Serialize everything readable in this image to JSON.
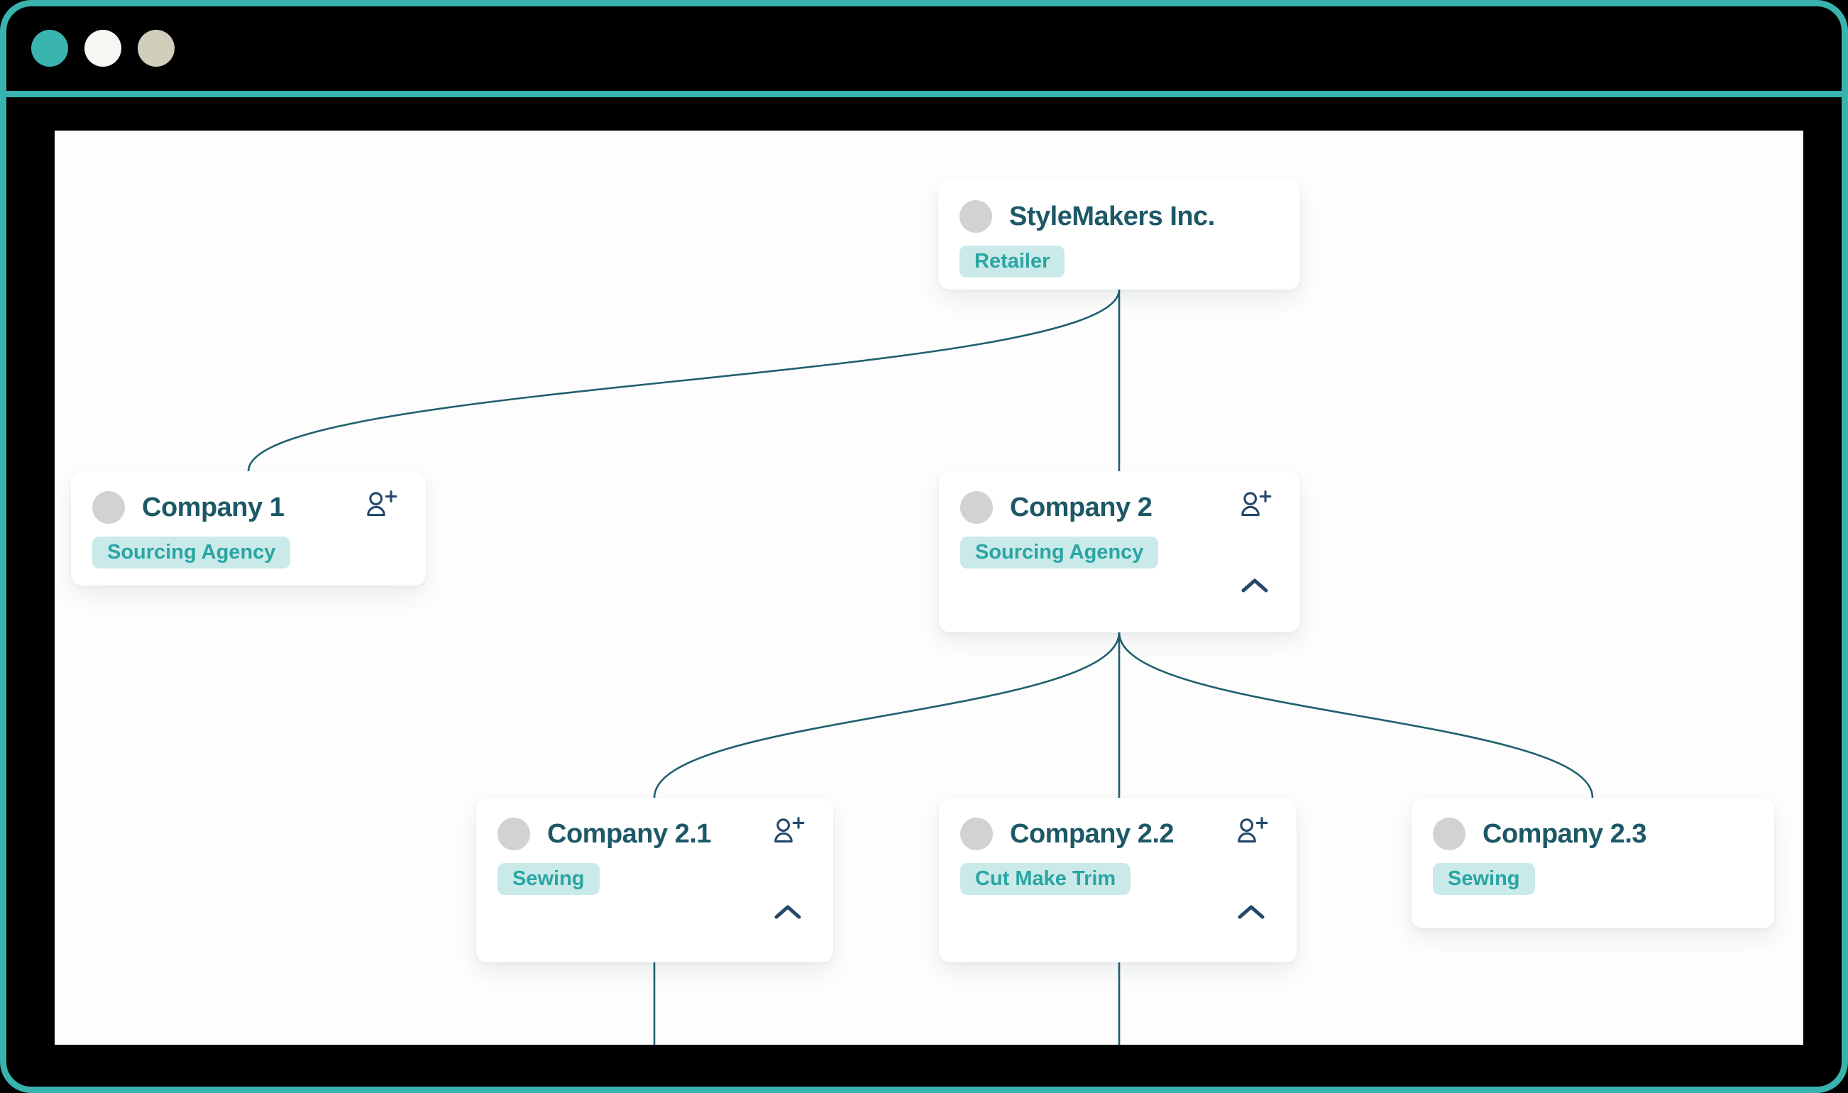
{
  "window": {
    "frame_color": "#39b3ae",
    "traffic_lights": [
      {
        "name": "teal-dot",
        "color": "#3ab4ae"
      },
      {
        "name": "white-dot",
        "color": "#f6f6f3"
      },
      {
        "name": "beige-dot",
        "color": "#d2cebc"
      }
    ]
  },
  "chart": {
    "type": "org-hierarchy",
    "connector_color": "#1f606e",
    "title_color": "#1d5866",
    "badge_bg": "#c9eae9",
    "badge_text_color": "#2aa5a3",
    "icon_color": "#24476b",
    "nodes": [
      {
        "name": "StyleMakers Inc.",
        "badge": "Retailer",
        "parent": null,
        "has_invite_button": false,
        "collapsible": false,
        "continues_below": false
      },
      {
        "name": "Company 1",
        "badge": "Sourcing Agency",
        "parent": "StyleMakers Inc.",
        "has_invite_button": true,
        "collapsible": false,
        "continues_below": false
      },
      {
        "name": "Company 2",
        "badge": "Sourcing Agency",
        "parent": "StyleMakers Inc.",
        "has_invite_button": true,
        "collapsible": true,
        "continues_below": false
      },
      {
        "name": "Company 2.1",
        "badge": "Sewing",
        "parent": "Company 2",
        "has_invite_button": true,
        "collapsible": true,
        "continues_below": true
      },
      {
        "name": "Company 2.2",
        "badge": "Cut Make Trim",
        "parent": "Company 2",
        "has_invite_button": true,
        "collapsible": true,
        "continues_below": true
      },
      {
        "name": "Company 2.3",
        "badge": "Sewing",
        "parent": "Company 2",
        "has_invite_button": false,
        "collapsible": false,
        "continues_below": false
      }
    ]
  }
}
